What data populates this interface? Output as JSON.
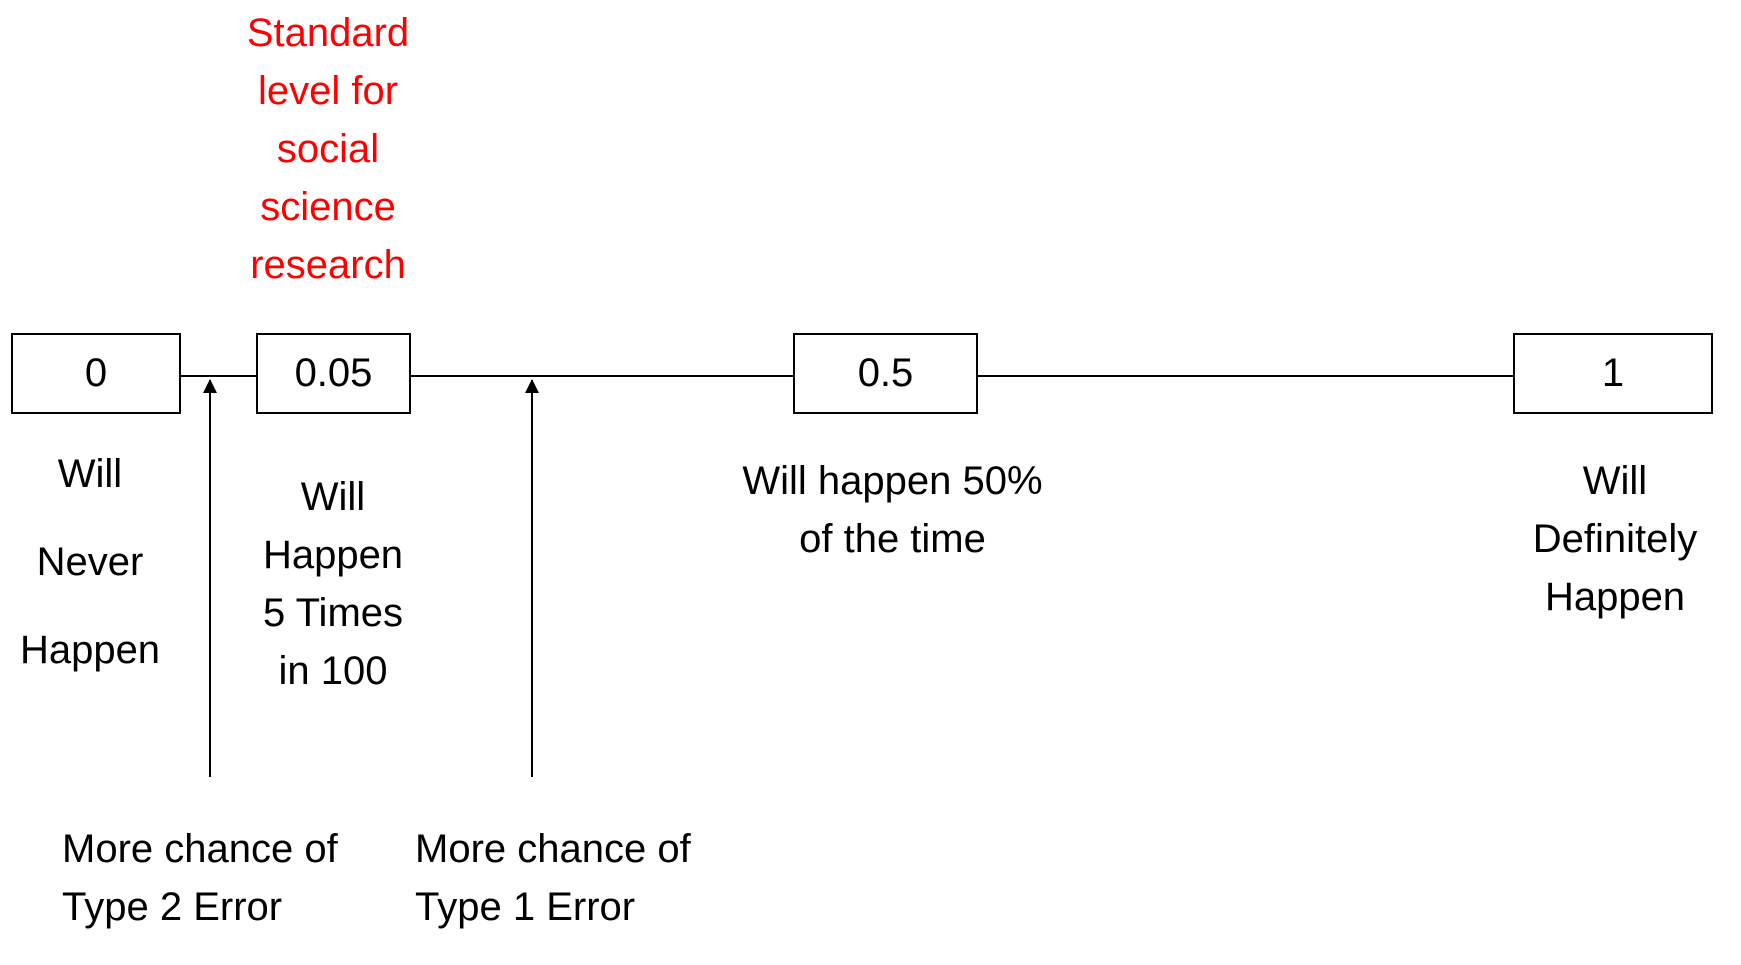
{
  "header": {
    "standard_level_note": "Standard\nlevel for\nsocial\nscience\nresearch",
    "note_color": "#ff0000"
  },
  "scale": {
    "points": [
      {
        "value_label": "0",
        "description": "Will\n\nNever\n\nHappen"
      },
      {
        "value_label": "0.05",
        "description": "Will\nHappen\n5 Times\nin 100"
      },
      {
        "value_label": "0.5",
        "description": "Will happen 50%\nof the time"
      },
      {
        "value_label": "1",
        "description": "Will\nDefinitely\nHappen"
      }
    ]
  },
  "annotations": {
    "type2": "More chance of\nType 2 Error",
    "type1": "More chance of\nType 1 Error"
  }
}
